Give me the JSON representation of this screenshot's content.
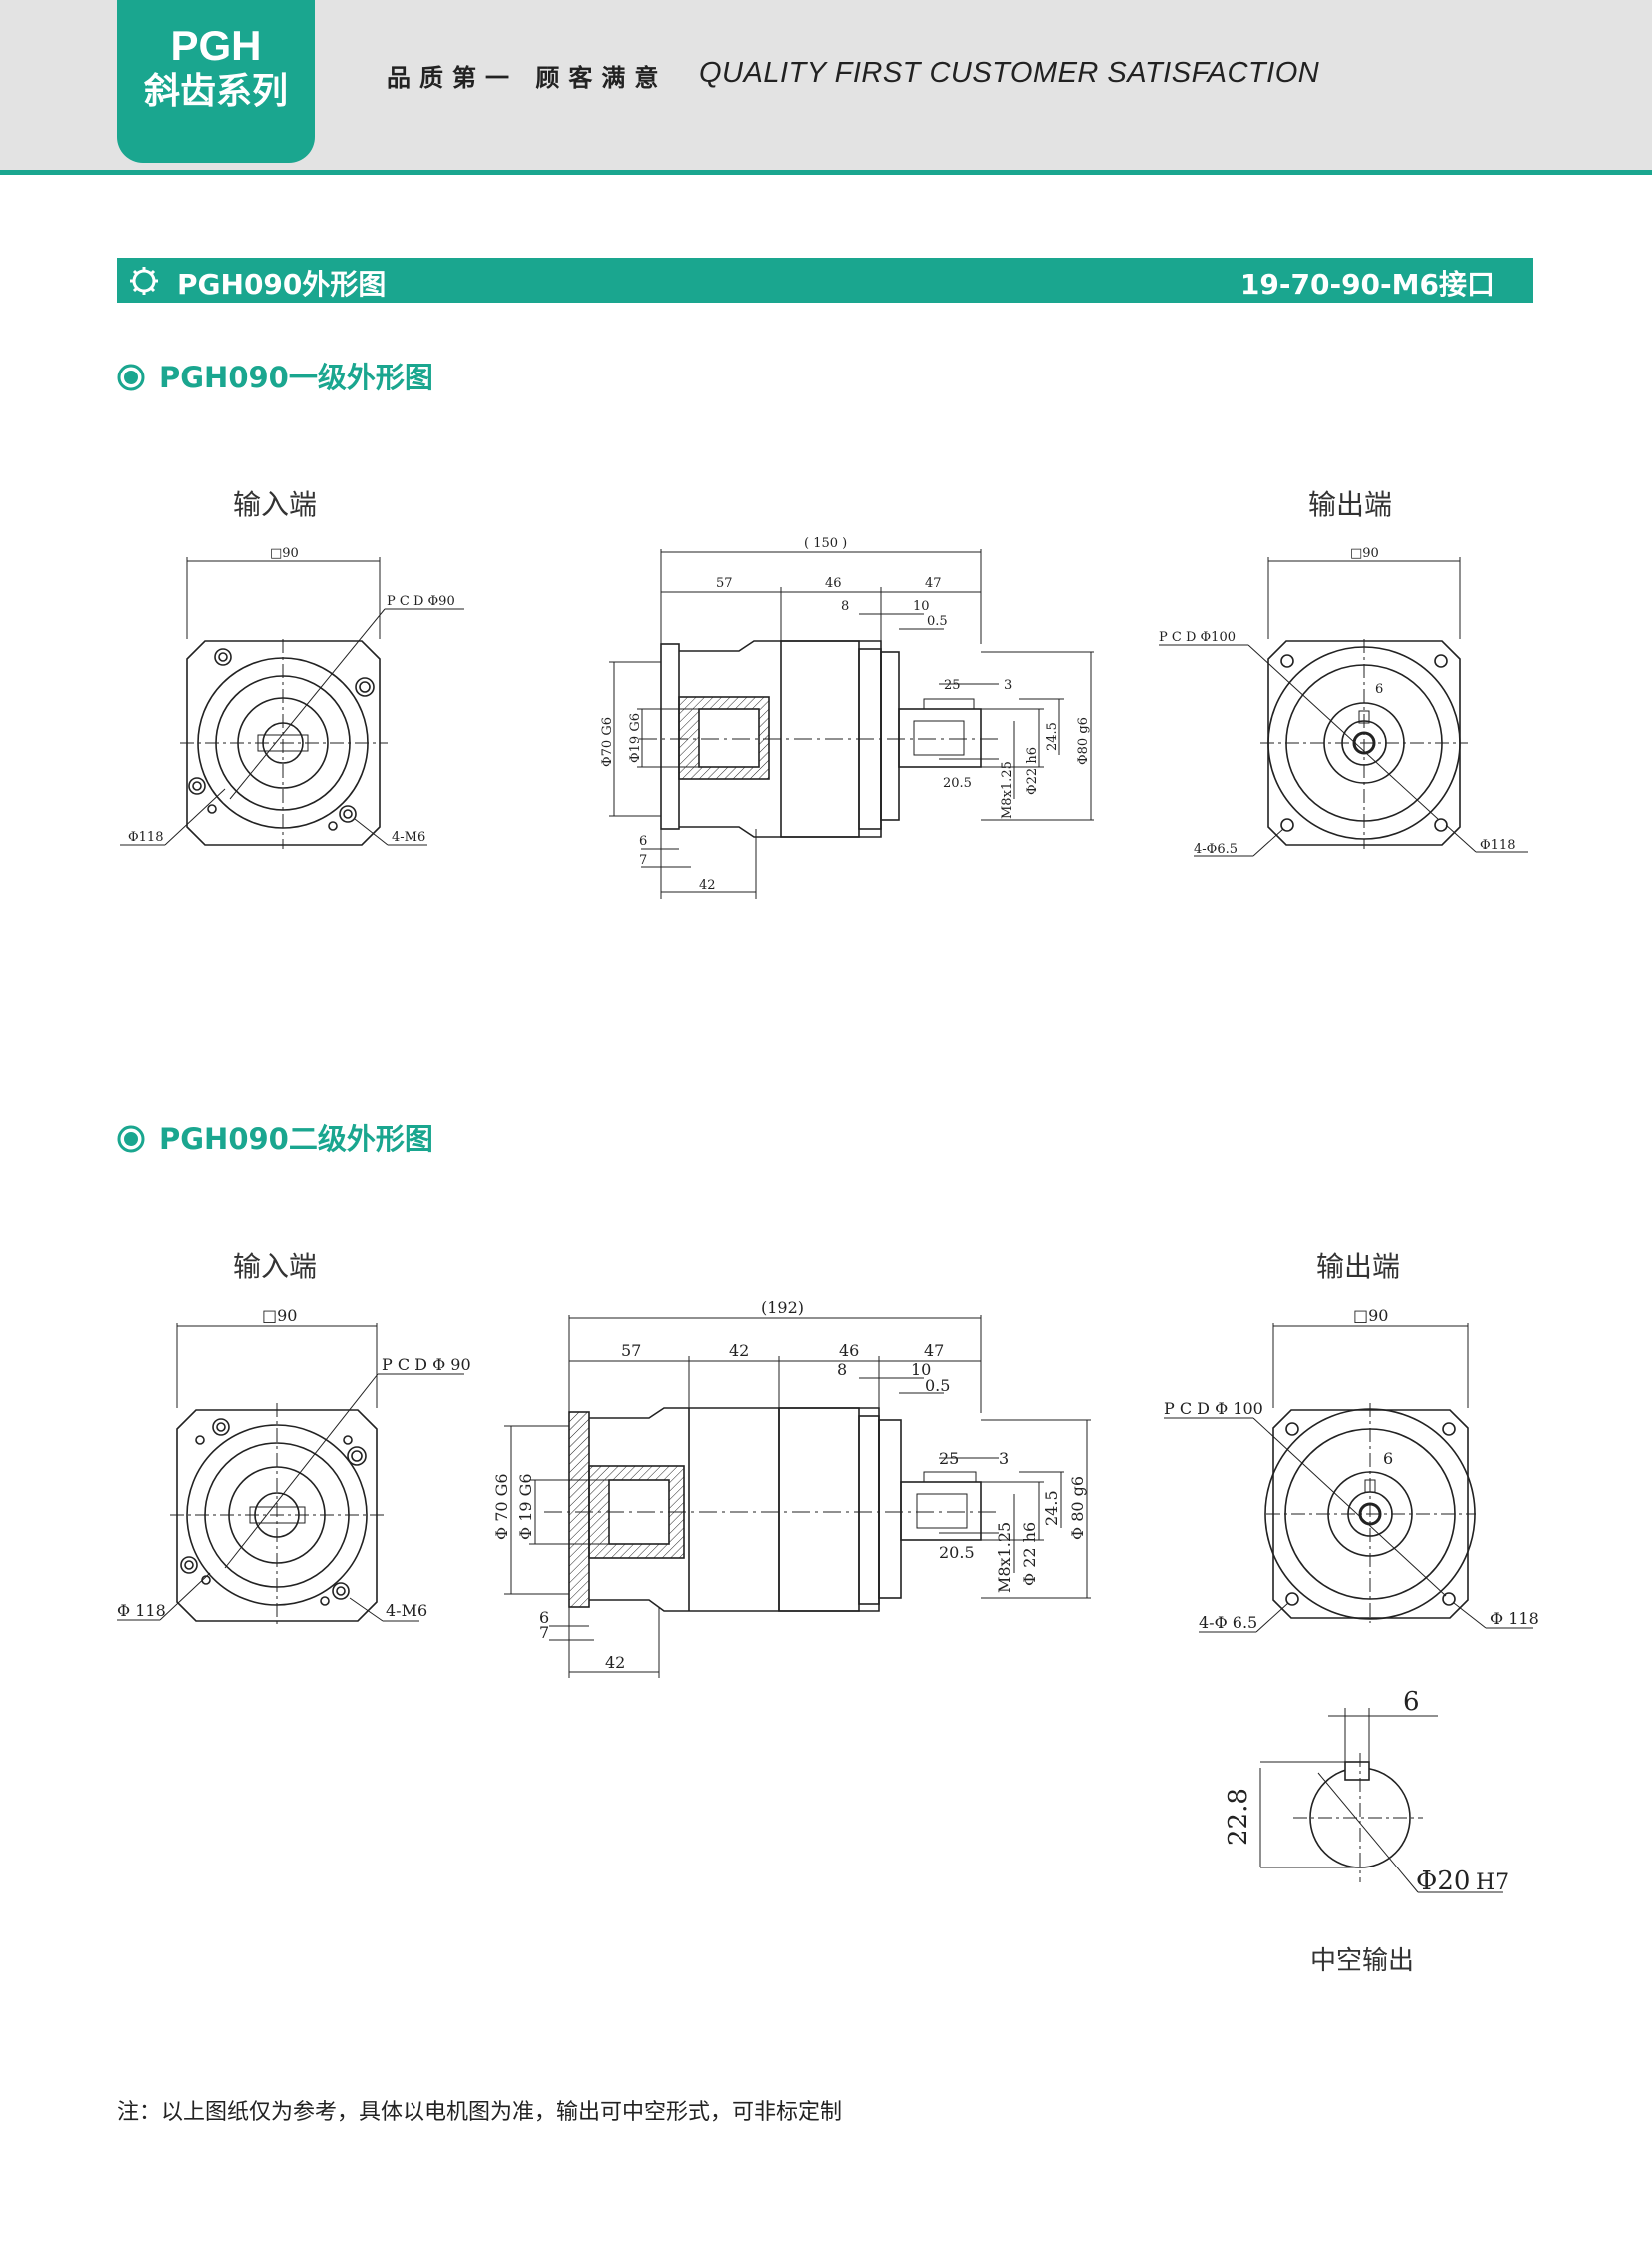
{
  "header": {
    "tab_line1": "PGH",
    "tab_line2": "斜齿系列",
    "slogan_cn": "品质第一 顾客满意",
    "slogan_en": "QUALITY FIRST  CUSTOMER SATISFACTION"
  },
  "title_bar": {
    "left": "PGH090外形图",
    "right": "19-70-90-M6接口"
  },
  "section1": {
    "title": "PGH090一级外形图",
    "input_label": "输入端",
    "output_label": "输出端",
    "dims": {
      "in_square": "□90",
      "in_pcd": "P C D Φ90",
      "in_od": "Φ118",
      "in_bolts": "4-M6",
      "total": "( 150 )",
      "d57": "57",
      "d46": "46",
      "d47": "47",
      "d8": "8",
      "d10": "10",
      "d05": "0.5",
      "d25": "25",
      "d3": "3",
      "d245": "24.5",
      "d205": "20.5",
      "d6": "6",
      "d7": "7",
      "d42": "42",
      "pilot": "Φ70 G6",
      "bore": "Φ19 G6",
      "flange_od": "Φ80 g6",
      "shaft": "Φ22 h6",
      "thread": "M8x1.25",
      "out_square": "□90",
      "out_pcd": "P C D Φ100",
      "out_key": "6",
      "out_holes": "4-Φ6.5",
      "out_od": "Φ118"
    }
  },
  "section2": {
    "title": "PGH090二级外形图",
    "input_label": "输入端",
    "output_label": "输出端",
    "dims": {
      "in_square": "□90",
      "in_pcd": "P C D Φ 90",
      "in_od": "Φ 118",
      "in_bolts": "4-M6",
      "total": "(192)",
      "d57": "57",
      "d42a": "42",
      "d46": "46",
      "d47": "47",
      "d8": "8",
      "d10": "10",
      "d05": "0.5",
      "d25": "25",
      "d3": "3",
      "d245": "24.5",
      "d205": "20.5",
      "d6": "6",
      "d7": "7",
      "d42": "42",
      "pilot": "Φ 70 G6",
      "bore": "Φ 19 G6",
      "flange_od": "Φ 80 g6",
      "shaft": "Φ 22 h6",
      "thread": "M8x1.25",
      "out_square": "□90",
      "out_pcd": "P C D Φ 100",
      "out_key": "6",
      "out_holes": "4-Φ 6.5",
      "out_od": "Φ 118"
    },
    "hollow": {
      "key_width": "6",
      "height": "22.8",
      "bore": "Φ20",
      "tol": "H7",
      "label": "中空输出"
    }
  },
  "note": "注：以上图纸仅为参考，具体以电机图为准，输出可中空形式，可非标定制",
  "colors": {
    "accent": "#1aa68f",
    "header_bg": "#e3e3e3",
    "line": "#222222"
  }
}
